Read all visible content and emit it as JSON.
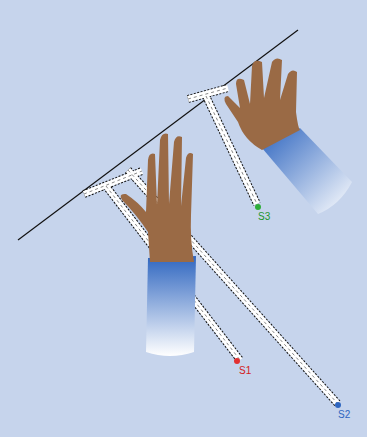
{
  "diagram": {
    "labels": [
      "S1",
      "S2",
      "S3"
    ]
  }
}
